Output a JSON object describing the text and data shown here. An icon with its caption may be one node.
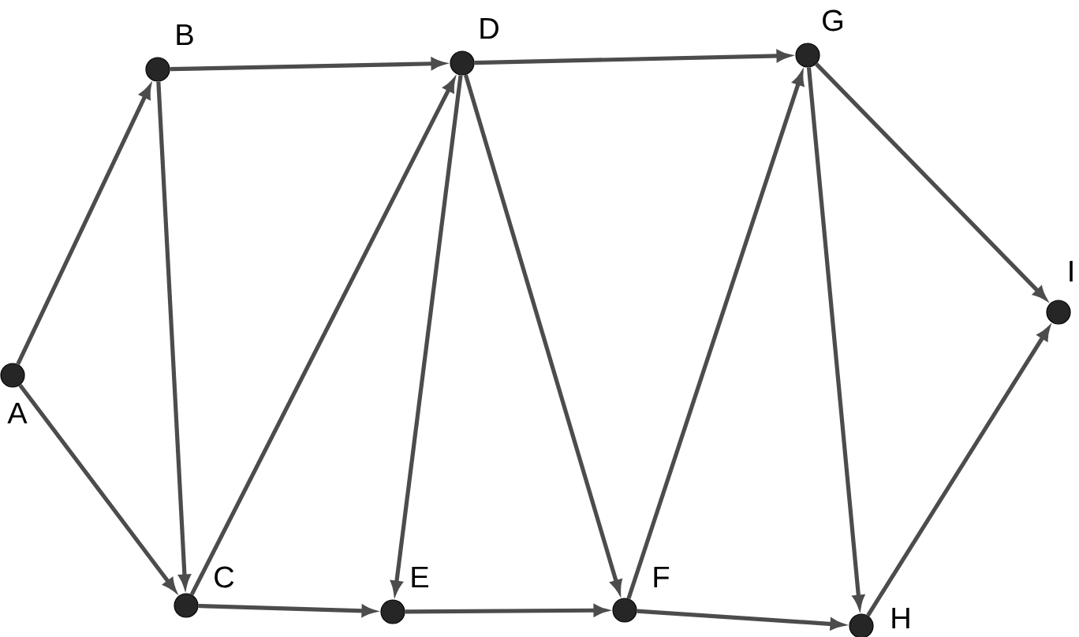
{
  "diagram": {
    "nodes": [
      {
        "text": [],
        "shape": "circle",
        "beside": [
          "A"
        ]
      },
      {
        "text": [],
        "shape": "circle",
        "beside": [
          "B"
        ]
      },
      {
        "text": [],
        "shape": "circle",
        "beside": [
          "C"
        ]
      },
      {
        "text": [],
        "shape": "circle",
        "beside": [
          "D"
        ]
      },
      {
        "text": [],
        "shape": "circle",
        "beside": [
          "E"
        ]
      },
      {
        "text": [],
        "shape": "circle",
        "beside": [
          "F"
        ]
      },
      {
        "text": [],
        "shape": "circle",
        "beside": [
          "G"
        ]
      },
      {
        "text": [],
        "shape": "circle",
        "beside": [
          "H"
        ]
      },
      {
        "text": [],
        "shape": "circle",
        "beside": [
          "I"
        ]
      }
    ],
    "edges": [
      {
        "from": 0,
        "to": 1,
        "arrow": "to"
      },
      {
        "from": 0,
        "to": 2,
        "arrow": "to"
      },
      {
        "from": 1,
        "to": 3,
        "arrow": "to"
      },
      {
        "from": 1,
        "to": 2,
        "arrow": "to"
      },
      {
        "from": 2,
        "to": 3,
        "arrow": "to"
      },
      {
        "from": 2,
        "to": 4,
        "arrow": "to"
      },
      {
        "from": 3,
        "to": 6,
        "arrow": "to"
      },
      {
        "from": 3,
        "to": 4,
        "arrow": "to"
      },
      {
        "from": 3,
        "to": 5,
        "arrow": "to"
      },
      {
        "from": 4,
        "to": 5,
        "arrow": "to"
      },
      {
        "from": 5,
        "to": 6,
        "arrow": "to"
      },
      {
        "from": 5,
        "to": 7,
        "arrow": "to"
      },
      {
        "from": 6,
        "to": 8,
        "arrow": "to"
      },
      {
        "from": 6,
        "to": 7,
        "arrow": "to"
      },
      {
        "from": 7,
        "to": 8,
        "arrow": "to"
      }
    ]
  }
}
